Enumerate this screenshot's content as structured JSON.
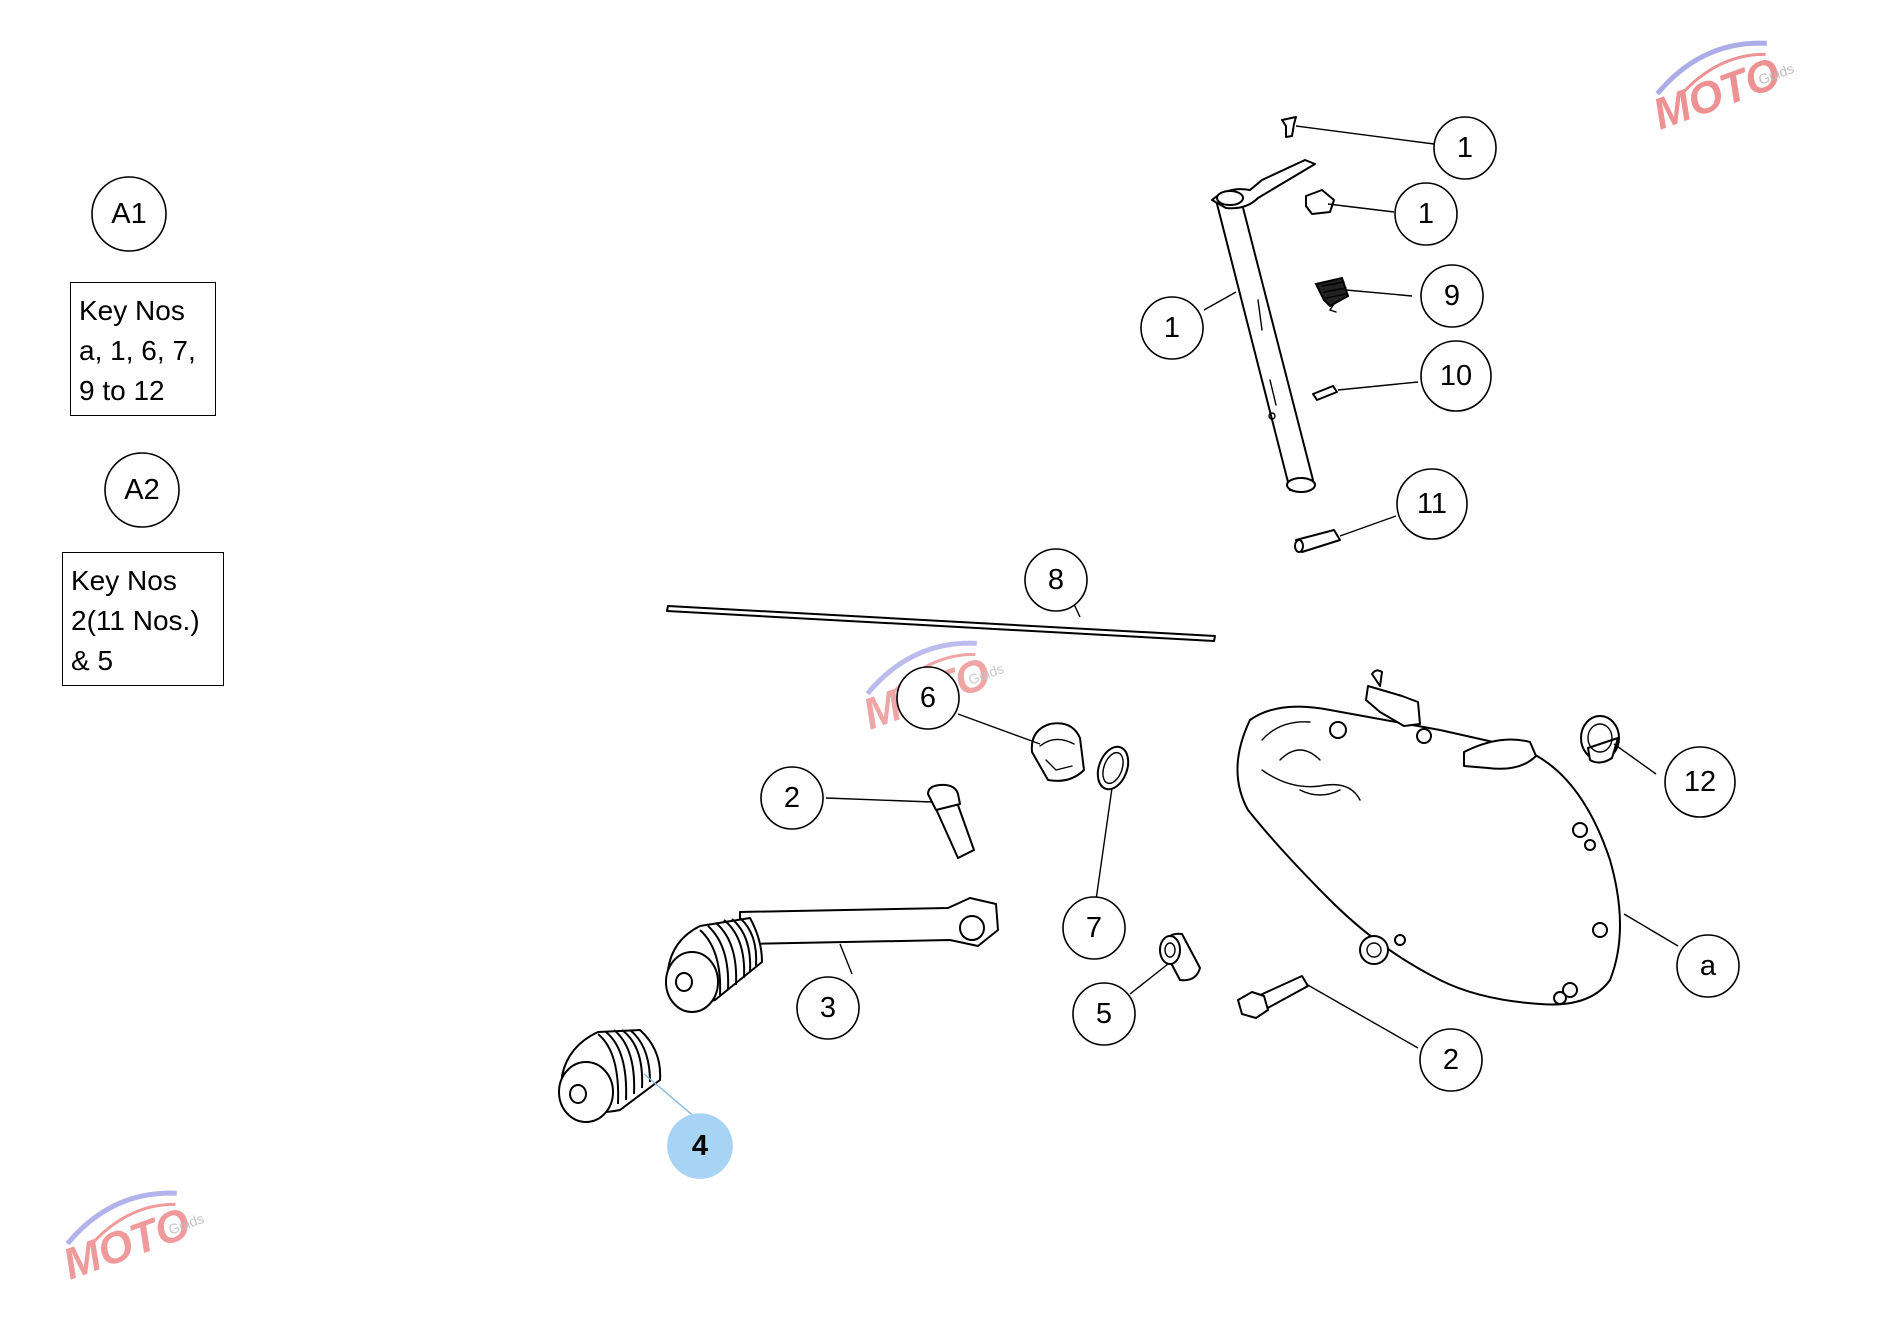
{
  "assembly_groups": [
    {
      "id": "A1",
      "key_lines": [
        "Key Nos",
        "a, 1, 6, 7,",
        "9 to 12"
      ]
    },
    {
      "id": "A2",
      "key_lines": [
        "Key Nos",
        "2(11 Nos.)",
        "& 5"
      ]
    }
  ],
  "callouts": {
    "c1a": "1",
    "c1b": "1",
    "c1c": "1",
    "c9": "9",
    "c10": "10",
    "c11": "11",
    "c8": "8",
    "c6": "6",
    "c2a": "2",
    "c7": "7",
    "c3": "3",
    "c5": "5",
    "c4": "4",
    "c2b": "2",
    "c12": "12",
    "ca": "a"
  },
  "highlighted_callout": "4",
  "colors": {
    "highlight": "#a7d4f5",
    "line": "#000000",
    "watermark_red": "#e03a3a",
    "watermark_blue": "#6a6ad8"
  },
  "watermark": {
    "text": "MOTO",
    "subtext": "Guids"
  }
}
